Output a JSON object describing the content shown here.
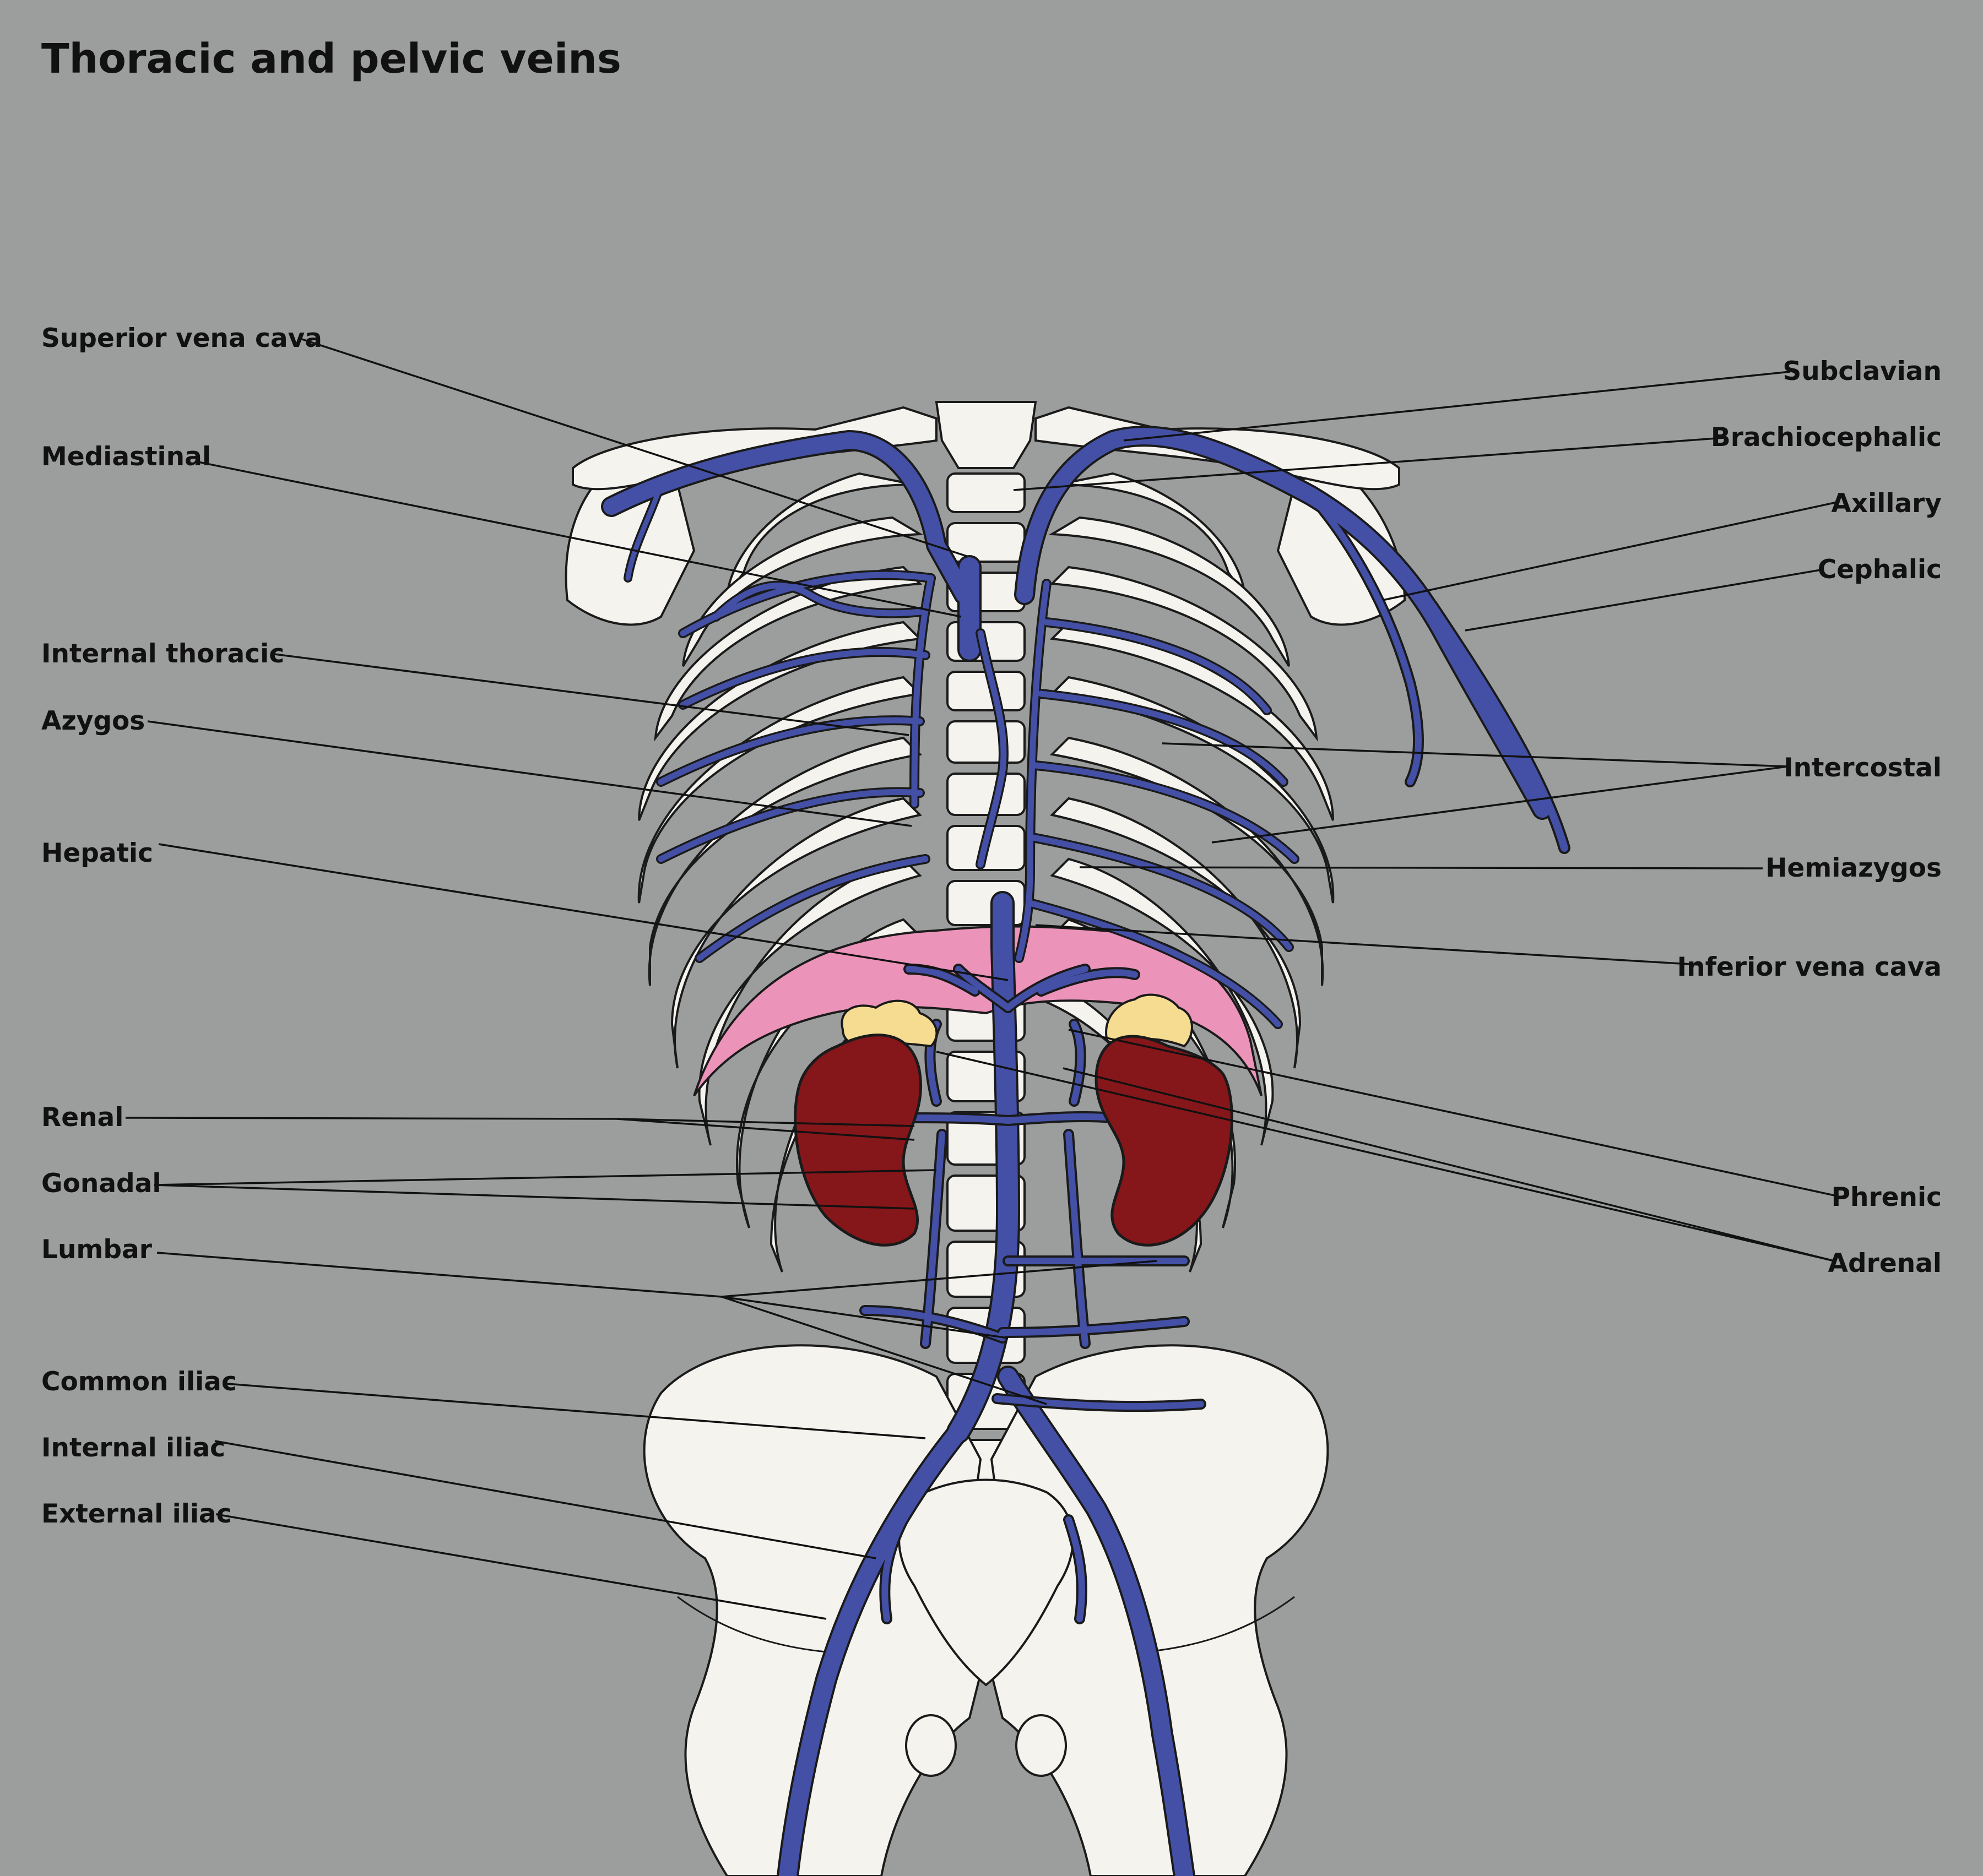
{
  "title": "Thoracic and pelvic veins",
  "colors": {
    "background": "#9c9e9d",
    "vein": "#4350a6",
    "bone": "#f4f3ee",
    "kidney": "#85161a",
    "adrenal": "#f5dc91",
    "diaphragm": "#ec93b9"
  },
  "labels_left": {
    "superior_vena_cava": "Superior vena cava",
    "mediastinal": "Mediastinal",
    "internal_thoracic": "Internal thoracic",
    "azygos": "Azygos",
    "hepatic": "Hepatic",
    "renal": "Renal",
    "gonadal": "Gonadal",
    "lumbar": "Lumbar",
    "common_iliac": "Common iliac",
    "internal_iliac": "Internal iliac",
    "external_iliac": "External iliac"
  },
  "labels_right": {
    "subclavian": "Subclavian",
    "brachiocephalic": "Brachiocephalic",
    "axillary": "Axillary",
    "cephalic": "Cephalic",
    "intercostal": "Intercostal",
    "hemiazygos": "Hemiazygos",
    "inferior_vena_cava": "Inferior vena cava",
    "phrenic": "Phrenic",
    "adrenal": "Adrenal"
  }
}
